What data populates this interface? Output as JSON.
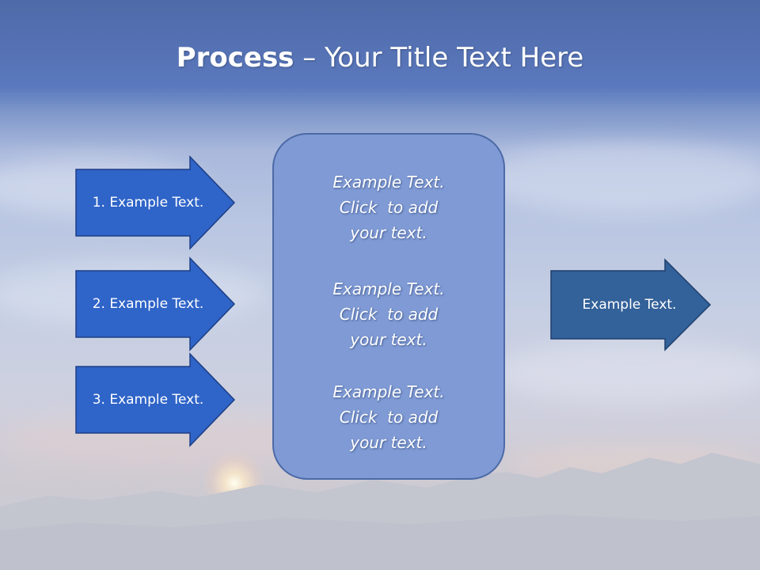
{
  "title": {
    "bold": "Process",
    "rest": " – Your Title Text Here"
  },
  "left_arrows": [
    {
      "label": "1. Example Text."
    },
    {
      "label": "2. Example Text."
    },
    {
      "label": "3. Example Text."
    }
  ],
  "panel": {
    "blocks": [
      {
        "line1": "Example Text.",
        "line2": "Click  to add",
        "line3": "your text."
      },
      {
        "line1": "Example Text.",
        "line2": "Click  to add",
        "line3": "your text."
      },
      {
        "line1": "Example Text.",
        "line2": "Click  to add",
        "line3": "your text."
      }
    ]
  },
  "right_arrow": {
    "label": "Example Text."
  },
  "colors": {
    "arrow_fill": "#2f64c8",
    "arrow_stroke": "#1e3f86",
    "right_arrow_fill": "#336199",
    "panel_fill": "#7f9ad4",
    "text": "#ffffff"
  }
}
